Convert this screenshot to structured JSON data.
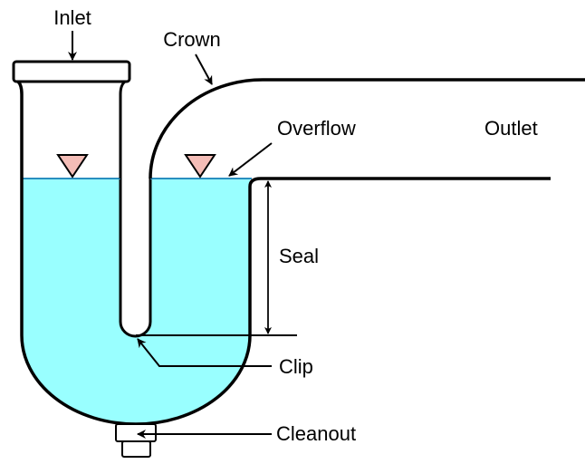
{
  "labels": {
    "inlet": "Inlet",
    "crown": "Crown",
    "overflow": "Overflow",
    "outlet": "Outlet",
    "seal": "Seal",
    "clip": "Clip",
    "cleanout": "Cleanout"
  },
  "colors": {
    "water": "#99FFFF",
    "water_line": "#2A8FBF",
    "level_marker": "#F4BDB7",
    "stroke": "#000000"
  }
}
